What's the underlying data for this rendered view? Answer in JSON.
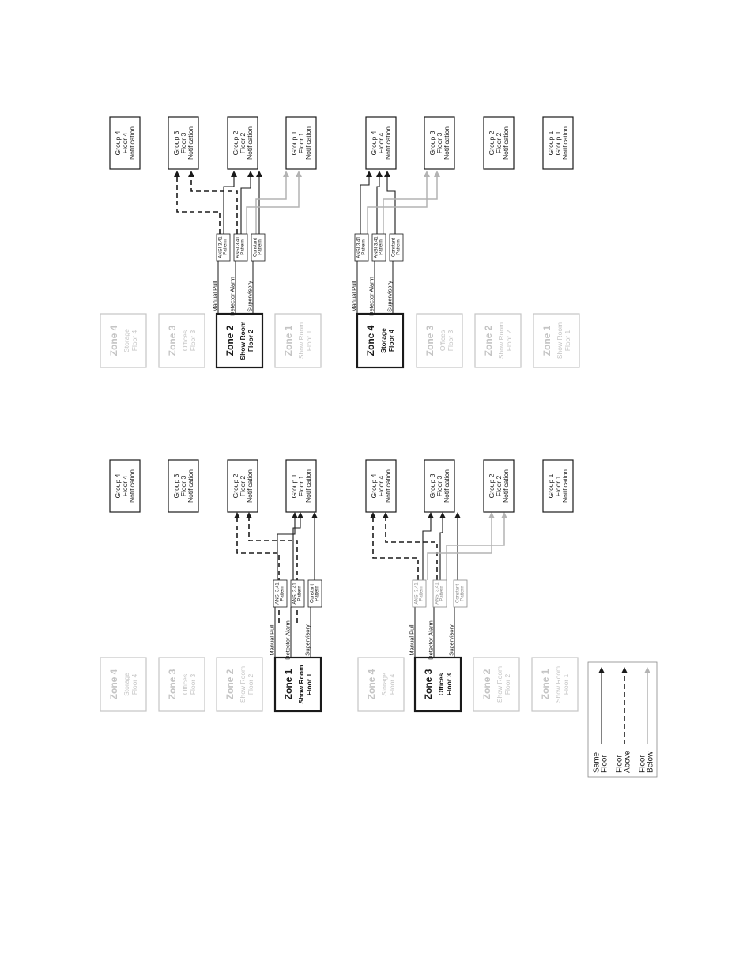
{
  "colors": {
    "dark": "#1a1a1a",
    "faded": "#c4c4c4",
    "floor_below": "#b3b3b3"
  },
  "diagrams": [
    {
      "id": "zone1",
      "zones": [
        {
          "name": "Zone 4",
          "lines": [
            "Storage",
            "Floor 4"
          ],
          "active": false
        },
        {
          "name": "Zone 3",
          "lines": [
            "Offices",
            "Floor 3"
          ],
          "active": false
        },
        {
          "name": "Zone 2",
          "lines": [
            "Show Room",
            "Floor 2"
          ],
          "active": false
        },
        {
          "name": "Zone 1",
          "lines": [
            "Show Room",
            "Floor 1"
          ],
          "active": true
        }
      ],
      "signals": [
        "Manual Pull",
        "Detector Alarm",
        "Supervisory"
      ],
      "patterns": [
        {
          "lines": [
            "ANSI 3.41",
            "Pattern"
          ]
        },
        {
          "lines": [
            "ANSI 3.41",
            "Pattern"
          ]
        },
        {
          "lines": [
            "Constant",
            "Pattern"
          ]
        }
      ],
      "groups": [
        {
          "lines": [
            "Group 4",
            "Floor 4",
            "Notification"
          ]
        },
        {
          "lines": [
            "Group 3",
            "Floor 3",
            "Notification"
          ]
        },
        {
          "lines": [
            "Group 2",
            "Floor 2",
            "Notification"
          ]
        },
        {
          "lines": [
            "Group 1",
            "Floor 1",
            "Notification"
          ]
        }
      ]
    },
    {
      "id": "zone2",
      "zones": [
        {
          "name": "Zone 4",
          "lines": [
            "Storage",
            "Floor 4"
          ],
          "active": false
        },
        {
          "name": "Zone 3",
          "lines": [
            "Offices",
            "Floor 3"
          ],
          "active": false
        },
        {
          "name": "Zone 2",
          "lines": [
            "Show Room",
            "Floor 2"
          ],
          "active": true
        },
        {
          "name": "Zone 1",
          "lines": [
            "Show Room",
            "Floor 1"
          ],
          "active": false
        }
      ],
      "signals": [
        "Manual Pull",
        "Detector Alarm",
        "Supervisory"
      ],
      "patterns": [
        {
          "lines": [
            "ANSI 3.41",
            "Pattern"
          ]
        },
        {
          "lines": [
            "ANSI 3.41",
            "Pattern"
          ]
        },
        {
          "lines": [
            "Constant",
            "Pattern"
          ]
        }
      ],
      "groups": [
        {
          "lines": [
            "Group 4",
            "Floor 4",
            "Notification"
          ]
        },
        {
          "lines": [
            "Group 3",
            "Floor 3",
            "Notification"
          ]
        },
        {
          "lines": [
            "Group 2",
            "Floor 2",
            "Notification"
          ]
        },
        {
          "lines": [
            "Group 1",
            "Floor 1",
            "Notification"
          ]
        }
      ]
    },
    {
      "id": "zone3",
      "zones": [
        {
          "name": "Zone 4",
          "lines": [
            "Storage",
            "Floor 4"
          ],
          "active": false
        },
        {
          "name": "Zone 3",
          "lines": [
            "Offices",
            "Floor 3"
          ],
          "active": true
        },
        {
          "name": "Zone 2",
          "lines": [
            "Show Room",
            "Floor 2"
          ],
          "active": false
        },
        {
          "name": "Zone 1",
          "lines": [
            "Show Room",
            "Floor 1"
          ],
          "active": false
        }
      ],
      "signals": [
        "Manual Pull",
        "Detector Alarm",
        "Supervisory"
      ],
      "patterns": [
        {
          "lines": [
            "ANSI 3.41",
            "Pattern"
          ]
        },
        {
          "lines": [
            "ANSI 3.41",
            "Pattern"
          ]
        },
        {
          "lines": [
            "Constant",
            "Pattern"
          ]
        }
      ],
      "groups": [
        {
          "lines": [
            "Group 4",
            "Floor 4",
            "Notification"
          ]
        },
        {
          "lines": [
            "Group 3",
            "Floor 3",
            "Notification"
          ]
        },
        {
          "lines": [
            "Group 2",
            "Floor 2",
            "Notification"
          ]
        },
        {
          "lines": [
            "Group 1",
            "Floor 1",
            "Notification"
          ]
        }
      ]
    },
    {
      "id": "zone4",
      "zones": [
        {
          "name": "Zone 4",
          "lines": [
            "Storage",
            "Floor 4"
          ],
          "active": true
        },
        {
          "name": "Zone 3",
          "lines": [
            "Offices",
            "Floor 3"
          ],
          "active": false
        },
        {
          "name": "Zone 2",
          "lines": [
            "Show Room",
            "Floor 2"
          ],
          "active": false
        },
        {
          "name": "Zone 1",
          "lines": [
            "Show Room",
            "Floor 1"
          ],
          "active": false
        }
      ],
      "signals": [
        "Manual Pull",
        "Detector Alarm",
        "Supervisory"
      ],
      "patterns": [
        {
          "lines": [
            "ANSI 3.41",
            "Pattern"
          ]
        },
        {
          "lines": [
            "ANSI 3.41",
            "Pattern"
          ]
        },
        {
          "lines": [
            "Constant",
            "Pattern"
          ]
        }
      ],
      "groups": [
        {
          "lines": [
            "Group 4",
            "Floor 4",
            "Notification"
          ]
        },
        {
          "lines": [
            "Group 3",
            "Floor 3",
            "Notification"
          ]
        },
        {
          "lines": [
            "Group 2",
            "Floor 2",
            "Notification"
          ]
        },
        {
          "lines": [
            "Group 1",
            "Group 1",
            "Notification"
          ]
        }
      ]
    }
  ],
  "legend": [
    {
      "lines": [
        "Same",
        "Floor"
      ],
      "style": "solid"
    },
    {
      "lines": [
        "Floor",
        "Above"
      ],
      "style": "dashed"
    },
    {
      "lines": [
        "Floor",
        "Below"
      ],
      "style": "gray"
    }
  ]
}
